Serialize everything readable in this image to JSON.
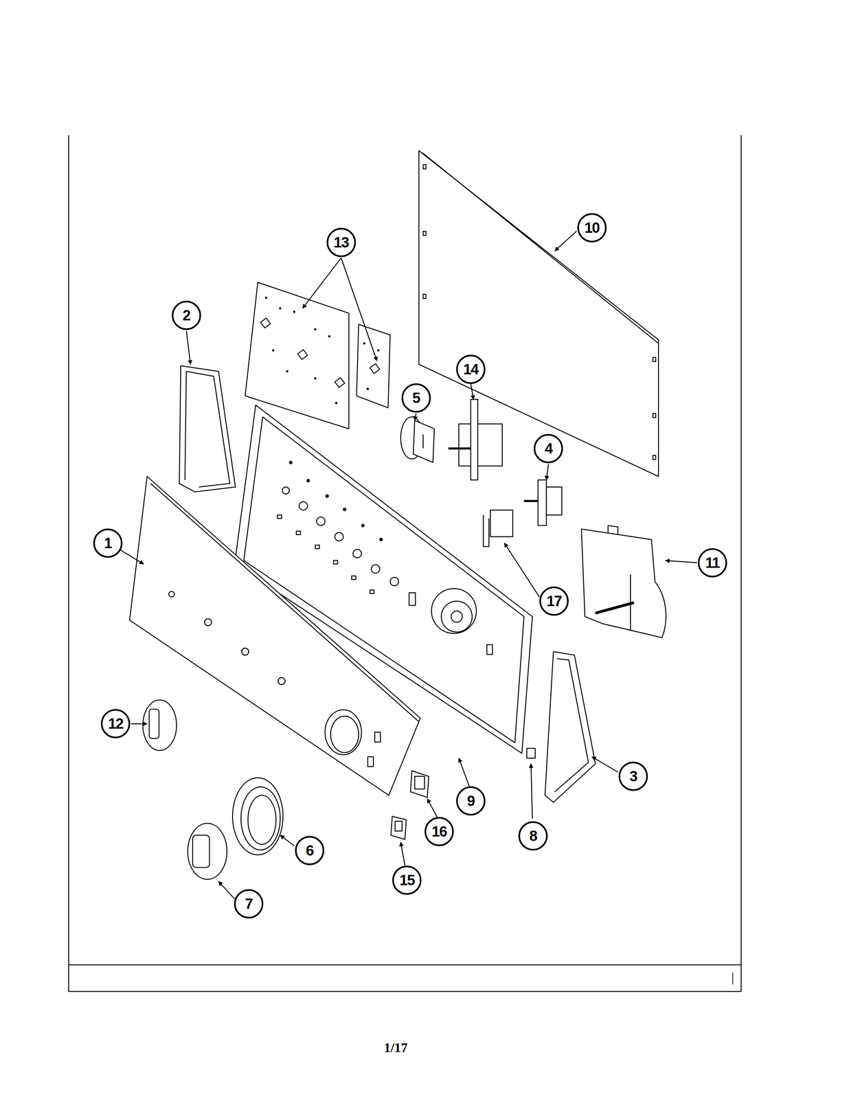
{
  "diagram": {
    "labels": [
      "13",
      "10",
      "2",
      "5",
      "14",
      "4",
      "1",
      "11",
      "17",
      "12",
      "9",
      "3",
      "16",
      "8",
      "6",
      "15",
      "7",
      "1/17"
    ]
  }
}
